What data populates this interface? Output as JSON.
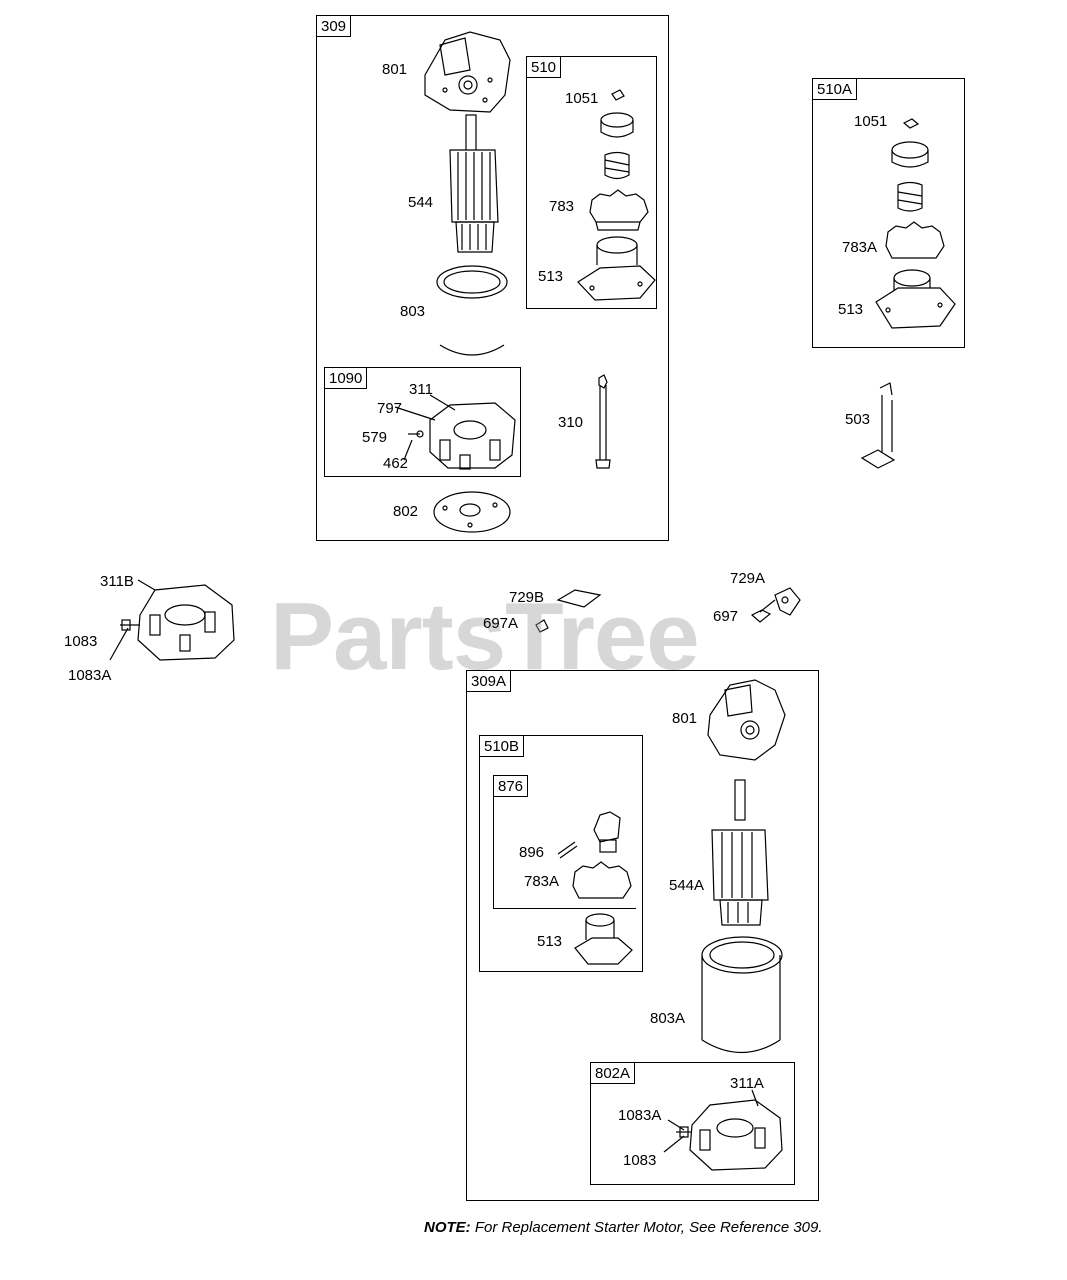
{
  "watermark": "PartsTree",
  "note": {
    "prefix": "NOTE:",
    "text": "For Replacement Starter Motor, See Reference 309."
  },
  "boxes": {
    "b309": "309",
    "b510": "510",
    "b1090": "1090",
    "b510A": "510A",
    "b309A": "309A",
    "b510B": "510B",
    "b876": "876",
    "b802A": "802A"
  },
  "labels": {
    "p801": "801",
    "p544": "544",
    "p803": "803",
    "p1051": "1051",
    "p783": "783",
    "p513": "513",
    "p311": "311",
    "p797": "797",
    "p579": "579",
    "p462": "462",
    "p310": "310",
    "p802": "802",
    "q1051": "1051",
    "q783A": "783A",
    "q513": "513",
    "p503": "503",
    "p311B": "311B",
    "p1083": "1083",
    "p1083A": "1083A",
    "p729B": "729B",
    "p697A": "697A",
    "p729A": "729A",
    "p697": "697",
    "r801": "801",
    "r896": "896",
    "r783A": "783A",
    "r513": "513",
    "r544A": "544A",
    "r803A": "803A",
    "r311A": "311A",
    "r1083A": "1083A",
    "r1083": "1083"
  }
}
